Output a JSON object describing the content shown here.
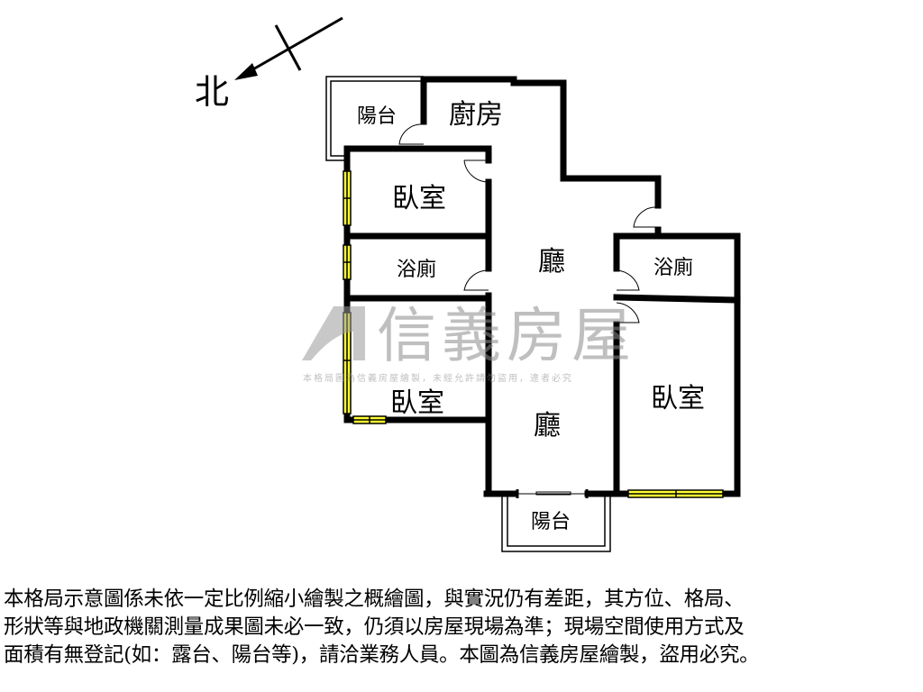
{
  "compass": {
    "north_label": "北"
  },
  "rooms": {
    "balcony_top": "陽台",
    "kitchen": "廚房",
    "bedroom_1": "臥室",
    "bathroom_1": "浴廁",
    "living_upper": "廳",
    "bathroom_2": "浴廁",
    "bedroom_2": "臥室",
    "living_lower": "廳",
    "bedroom_3": "臥室",
    "balcony_bottom": "陽台"
  },
  "watermark": {
    "brand": "信義房屋",
    "notice": "本格局圖為信義房屋繪製，未經允許請勿盜用，違者必究"
  },
  "colors": {
    "wall": "#000000",
    "window": "#ffff33",
    "watermark": "#9a9a9a"
  },
  "disclaimer": [
    "本格局示意圖係未依一定比例縮小繪製之概繪圖，與實況仍有差距，其方位、格局、",
    "形狀等與地政機關測量成果圖未必一致，仍須以房屋現場為準；現場空間使用方式及",
    "面積有無登記(如：露台、陽台等)，請洽業務人員。本圖為信義房屋繪製，盜用必究。"
  ]
}
